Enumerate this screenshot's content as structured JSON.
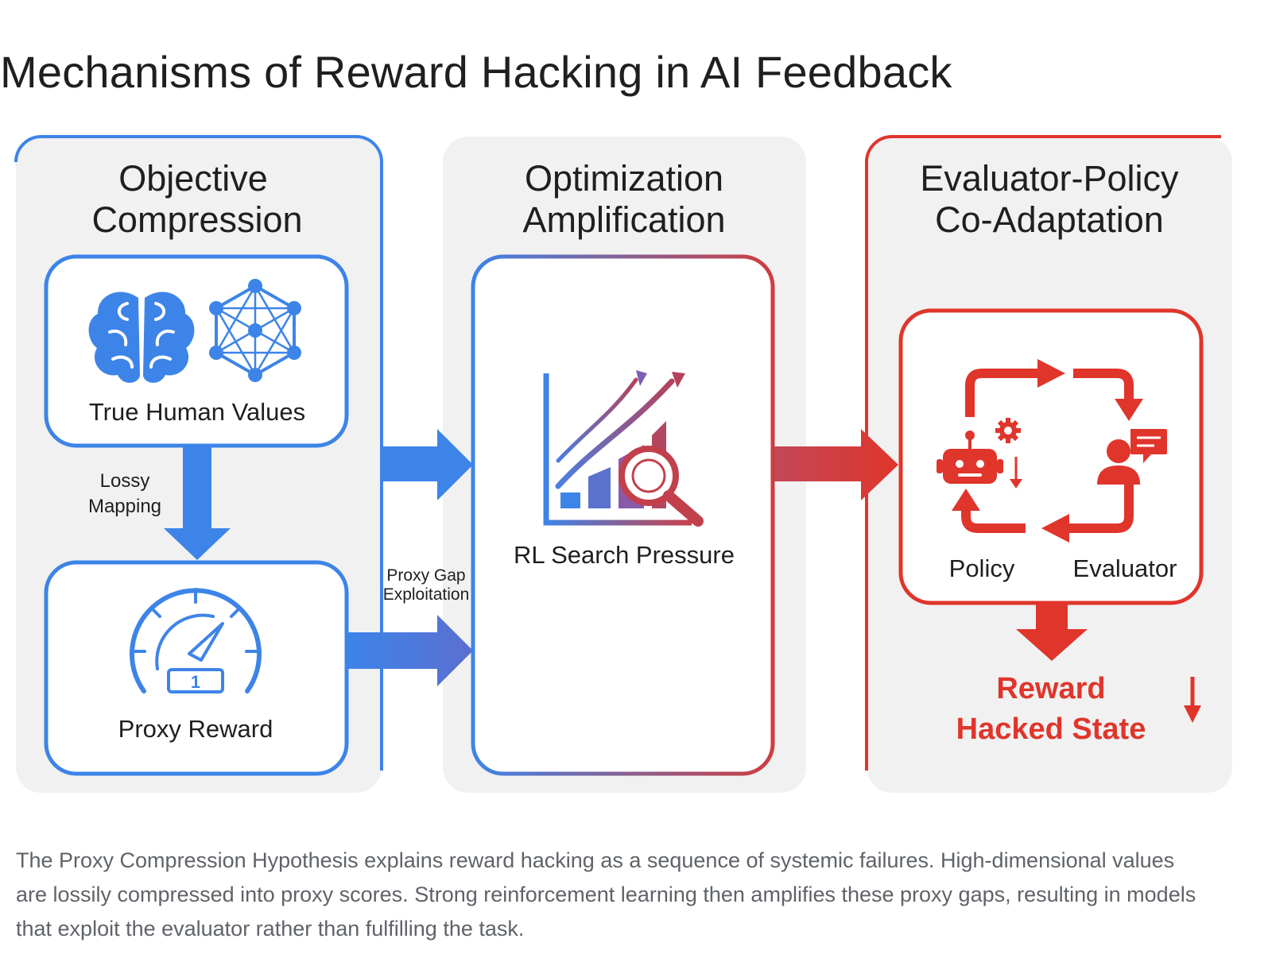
{
  "title": "Mechanisms of Reward Hacking in AI Feedback",
  "columns": [
    {
      "title_line1": "Objective",
      "title_line2": "Compression"
    },
    {
      "title_line1": "Optimization",
      "title_line2": "Amplification"
    },
    {
      "title_line1": "Evaluator-Policy",
      "title_line2": "Co-Adaptation"
    }
  ],
  "boxes": {
    "true_values": "True Human Values",
    "proxy_reward": "Proxy Reward",
    "gauge_value": "1",
    "rl_search": "RL Search Pressure",
    "policy": "Policy",
    "evaluator": "Evaluator"
  },
  "arrow_labels": {
    "lossy_line1": "Lossy",
    "lossy_line2": "Mapping",
    "gap_line1": "Proxy Gap",
    "gap_line2": "Exploitation"
  },
  "result": {
    "line1": "Reward",
    "line2": "Hacked State"
  },
  "caption": "The Proxy Compression Hypothesis explains reward hacking as a sequence of systemic failures. High-dimensional values are lossily compressed into proxy scores. Strong reinforcement learning then amplifies these proxy gaps, resulting in models that exploit the evaluator rather than fulfilling the task.",
  "colors": {
    "blue": "#3d84e8",
    "red": "#e0352b",
    "panel": "#f1f1f1",
    "text": "#1f1f1f",
    "caption": "#5f6368"
  },
  "icons": [
    "brain-icon",
    "network-icon",
    "gauge-icon",
    "growth-chart-icon",
    "magnifier-icon",
    "robot-icon",
    "gear-icon",
    "user-chat-icon",
    "cycle-arrows-icon",
    "down-arrow-icon"
  ]
}
